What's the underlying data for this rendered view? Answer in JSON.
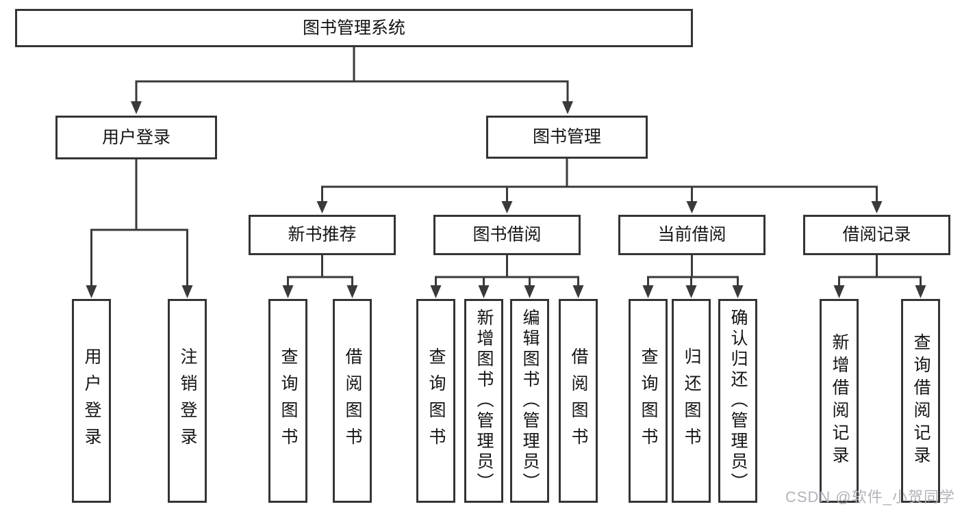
{
  "diagram": {
    "root": {
      "label": "图书管理系统"
    },
    "branches": [
      {
        "label": "用户登录",
        "children": [
          {
            "label": "用户登录"
          },
          {
            "label": "注销登录"
          }
        ]
      },
      {
        "label": "图书管理",
        "sections": [
          {
            "label": "新书推荐",
            "children": [
              {
                "label": "查询图书"
              },
              {
                "label": "借阅图书"
              }
            ]
          },
          {
            "label": "图书借阅",
            "children": [
              {
                "label": "查询图书"
              },
              {
                "label": "新增图书（管理员）"
              },
              {
                "label": "编辑图书（管理员）"
              },
              {
                "label": "借阅图书"
              }
            ]
          },
          {
            "label": "当前借阅",
            "children": [
              {
                "label": "查询图书"
              },
              {
                "label": "归还图书"
              },
              {
                "label": "确认归还（管理员）"
              }
            ]
          },
          {
            "label": "借阅记录",
            "children": [
              {
                "label": "新增借阅记录"
              },
              {
                "label": "查询借阅记录"
              }
            ]
          }
        ]
      }
    ],
    "watermark": "CSDN @软件_小贺同学",
    "colors": {
      "line": "#3a3a3a",
      "box_border": "#343434",
      "box_fill": "#ffffff",
      "text": "#141414",
      "watermark": "#b2b2ba",
      "background": "#ffffff"
    }
  }
}
